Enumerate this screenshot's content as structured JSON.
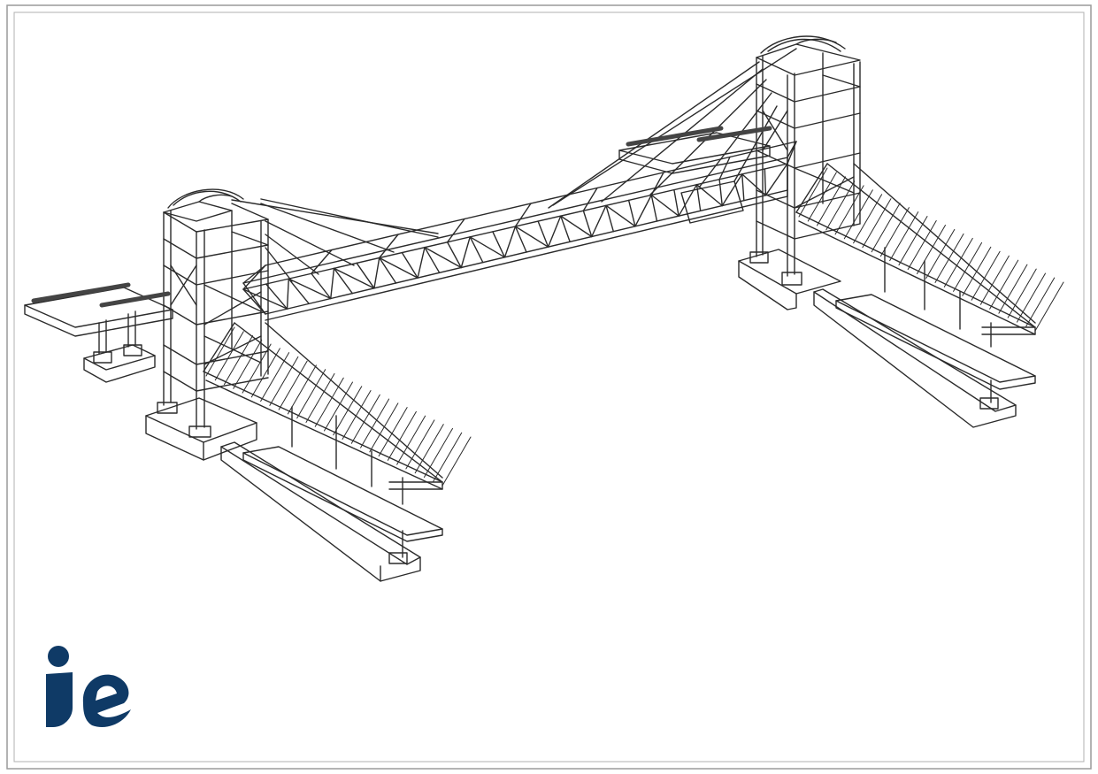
{
  "drawing": {
    "subject": "pedestrian-bridge",
    "view": "isometric",
    "line_color": "#2b2b2b",
    "background": "#ffffff",
    "frame_color": "#9a9a9a"
  },
  "logo": {
    "text": "ie",
    "color": "#0f3a66"
  }
}
